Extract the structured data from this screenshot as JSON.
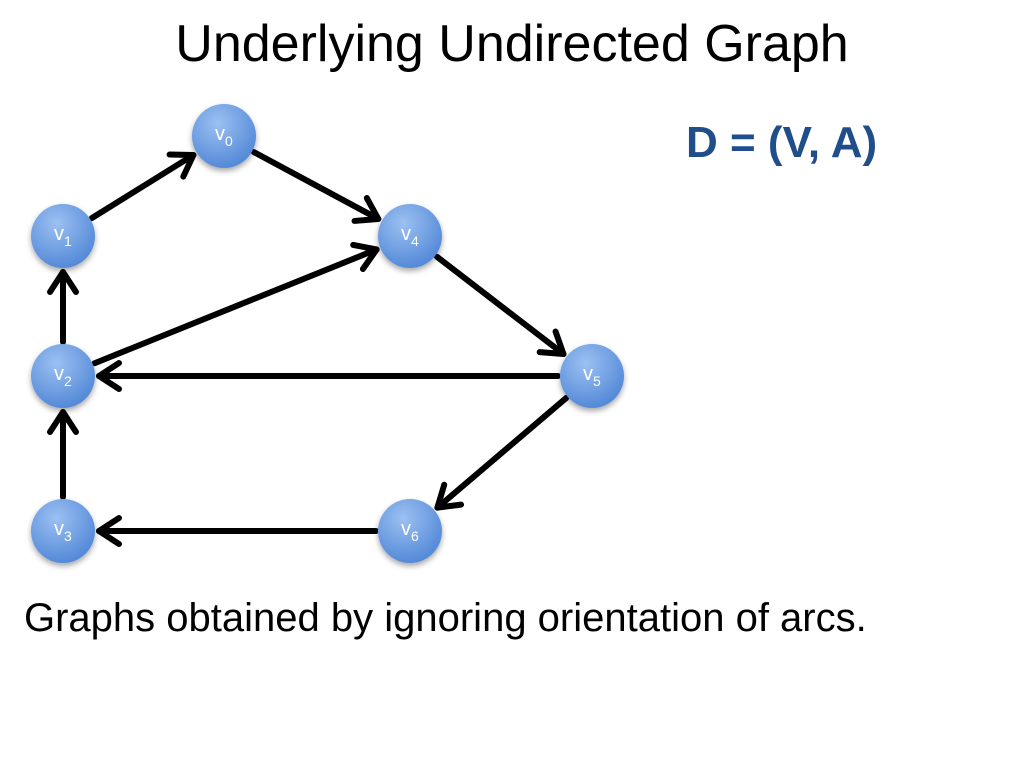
{
  "title": "Underlying Undirected Graph",
  "formula": "D = (V, A)",
  "caption": "Graphs obtained by ignoring orientation of arcs.",
  "colors": {
    "node_fill": "#5b8fdc",
    "node_fill_light": "#8fb6ee",
    "arc": "#000000",
    "formula": "#1f4e8a"
  },
  "nodes": [
    {
      "id": "v0",
      "base": "v",
      "sub": "0"
    },
    {
      "id": "v1",
      "base": "v",
      "sub": "1"
    },
    {
      "id": "v2",
      "base": "v",
      "sub": "2"
    },
    {
      "id": "v3",
      "base": "v",
      "sub": "3"
    },
    {
      "id": "v4",
      "base": "v",
      "sub": "4"
    },
    {
      "id": "v5",
      "base": "v",
      "sub": "5"
    },
    {
      "id": "v6",
      "base": "v",
      "sub": "6"
    }
  ],
  "arcs": [
    {
      "from": "v1",
      "to": "v0"
    },
    {
      "from": "v0",
      "to": "v4"
    },
    {
      "from": "v2",
      "to": "v1"
    },
    {
      "from": "v2",
      "to": "v4"
    },
    {
      "from": "v4",
      "to": "v5"
    },
    {
      "from": "v5",
      "to": "v2"
    },
    {
      "from": "v5",
      "to": "v6"
    },
    {
      "from": "v3",
      "to": "v2"
    },
    {
      "from": "v6",
      "to": "v3"
    }
  ]
}
